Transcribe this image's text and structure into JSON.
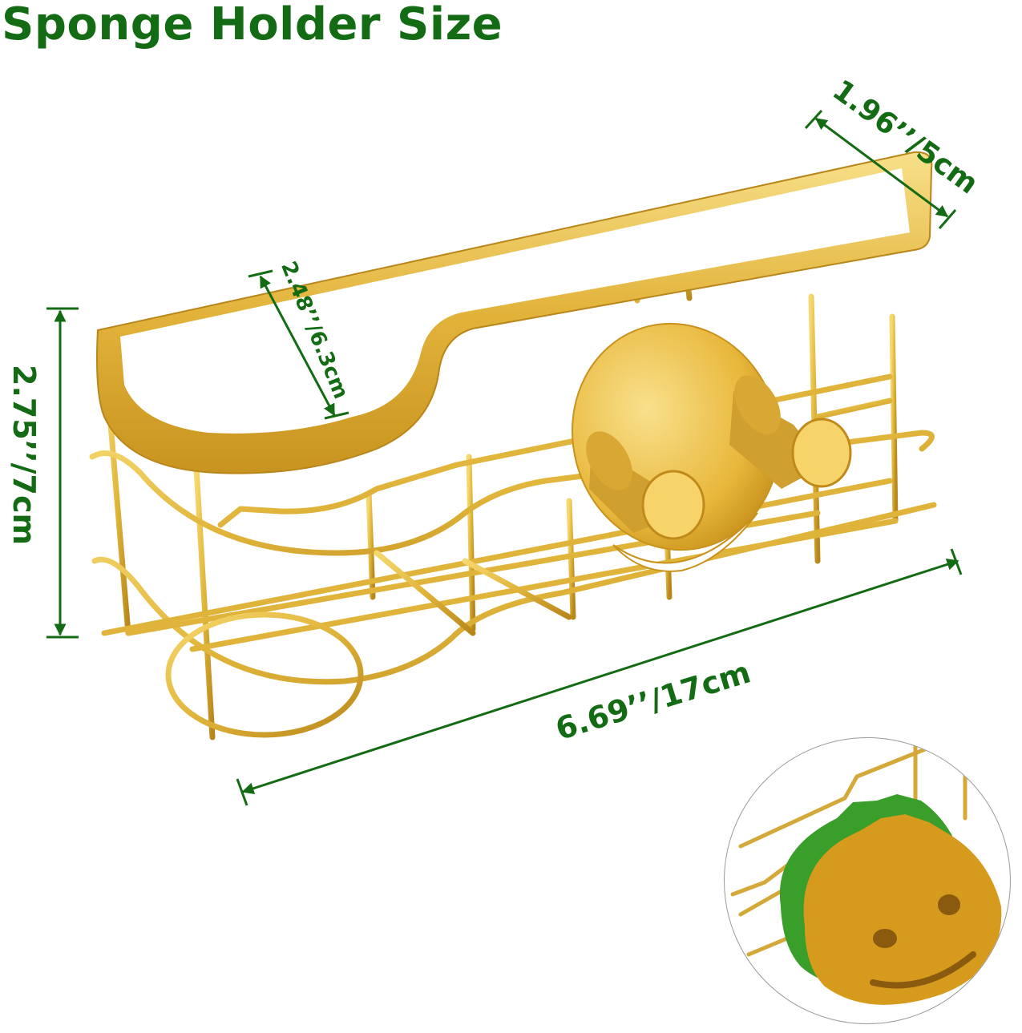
{
  "title": "Sponge Holder Size",
  "dimensions": {
    "depth": "1.96’’/5cm",
    "inner_depth": "2.48’’/6.3cm",
    "height": "2.75’’/7cm",
    "length": "6.69’’/17cm"
  },
  "colors": {
    "label_green": "#136b14",
    "gold": "#e0b43a",
    "gold_dark": "#b8861a",
    "gold_light": "#f8e08a",
    "sponge_orange": "#d69a1c",
    "sponge_green": "#3a9e2a"
  },
  "inset": {
    "description": "Smiley sponge placed in holder"
  }
}
